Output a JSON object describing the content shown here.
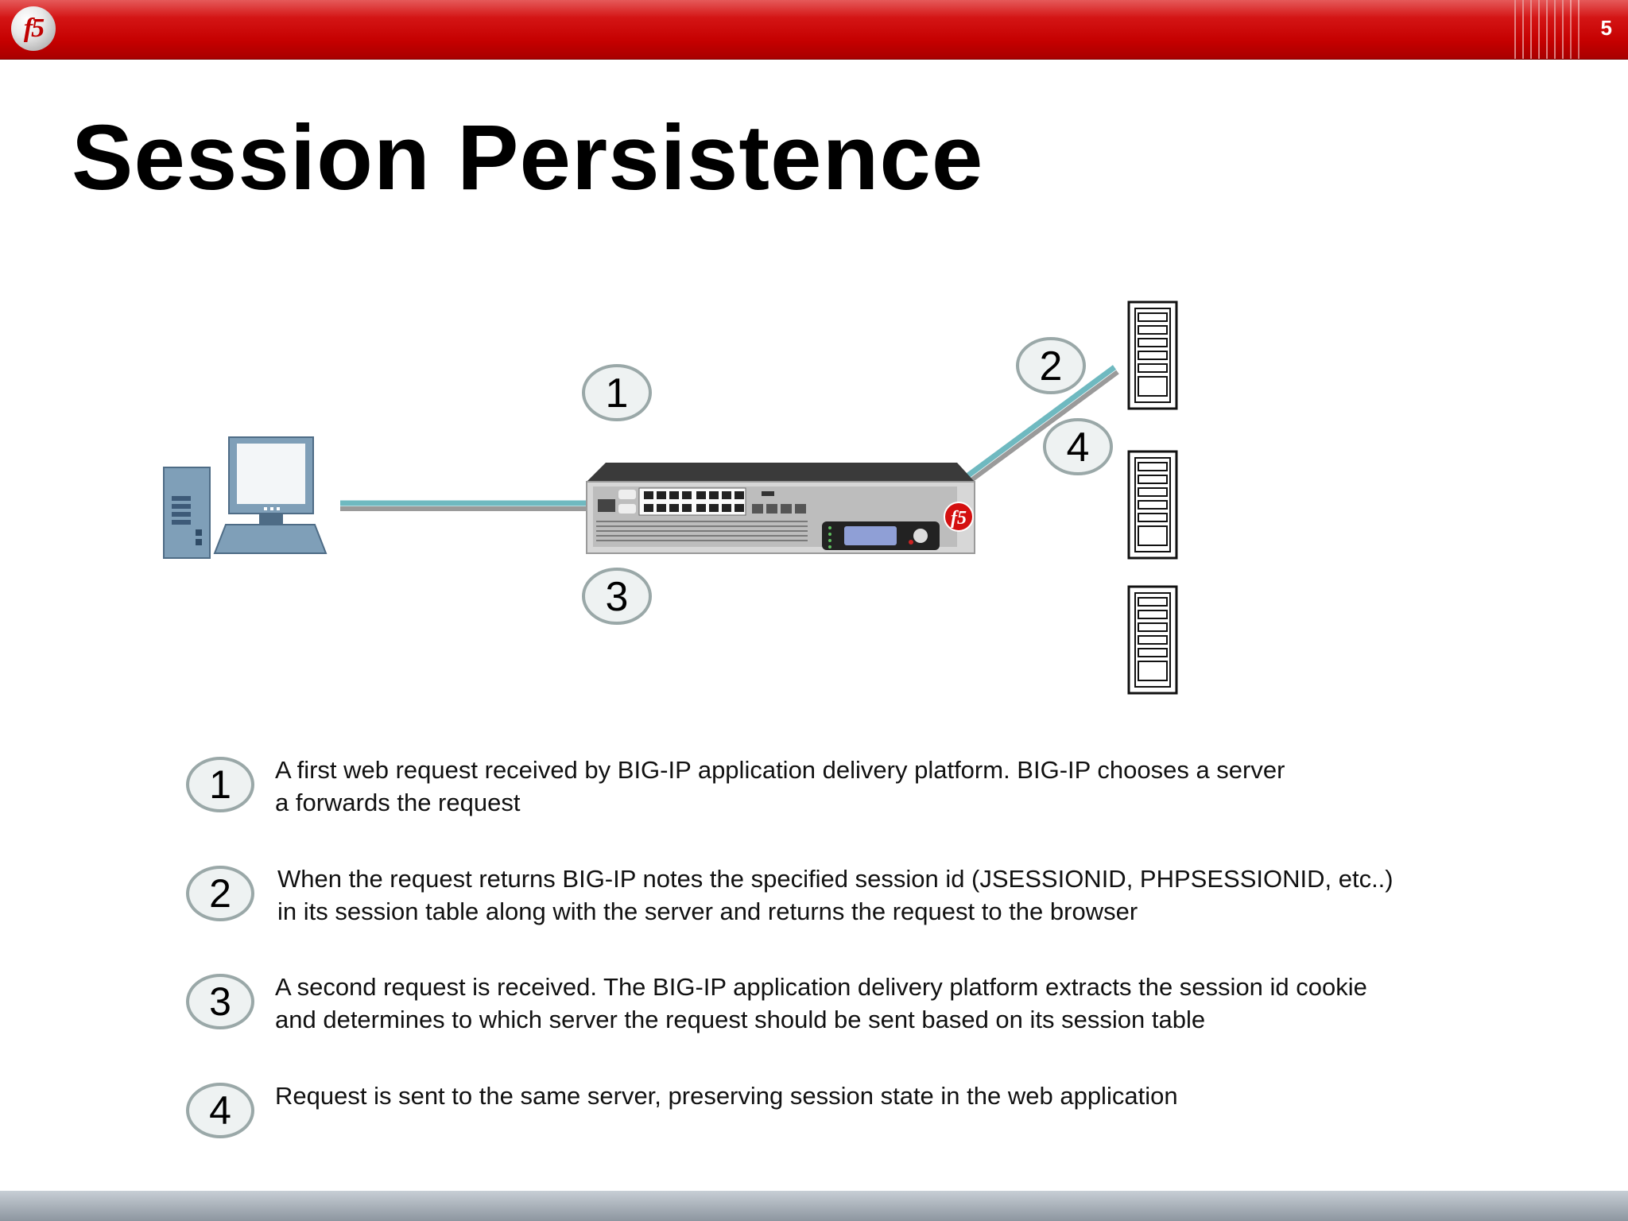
{
  "header": {
    "logo_text": "f5",
    "slide_number": "5"
  },
  "title": "Session Persistence",
  "diagram": {
    "device_logo": "f5",
    "labels": [
      "1",
      "2",
      "3",
      "4"
    ]
  },
  "steps": [
    {
      "number": "1",
      "text": "A first web request received by BIG-IP application delivery platform. BIG-IP chooses a server\na forwards the request"
    },
    {
      "number": "2",
      "text": "When the request returns BIG-IP notes the specified session id (JSESSIONID, PHPSESSIONID, etc..)\nin its session table along with the server and returns the request to the browser"
    },
    {
      "number": "3",
      "text": "A second request is received. The BIG-IP application delivery platform extracts the session id cookie\nand determines to which server the request should be sent based on its session table"
    },
    {
      "number": "4",
      "text": "Request is sent to the same server, preserving session state in the web application"
    }
  ],
  "colors": {
    "header_red": "#c50000",
    "link_teal": "#6fb9c0",
    "bubble_border": "#9aa8a8",
    "bubble_fill": "#eef2f2"
  }
}
